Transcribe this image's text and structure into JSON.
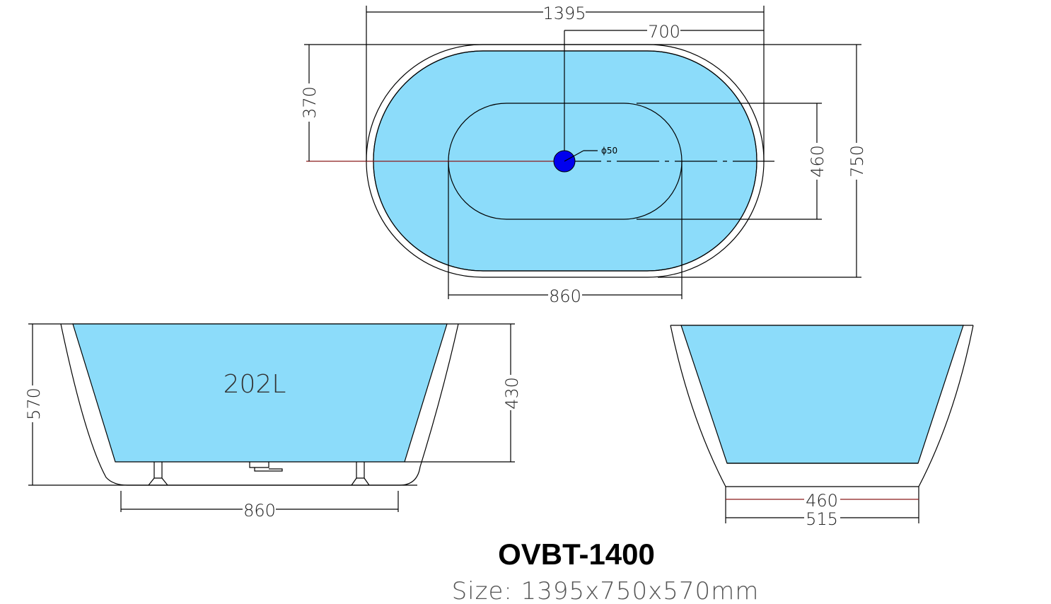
{
  "top_view": {
    "dim_length": "1395",
    "dim_drain_offset": "700",
    "dim_half_width": "370",
    "dim_inner_width": "460",
    "dim_width": "750",
    "dim_inner_length": "860",
    "drain_label": "ϕ50"
  },
  "side_view": {
    "capacity": "202L",
    "dim_height": "570",
    "dim_depth": "430",
    "dim_base_length": "860"
  },
  "end_view": {
    "dim_inner_base": "460",
    "dim_base": "515"
  },
  "model": "OVBT-1400",
  "size": "Size: 1395x750x570mm",
  "colors": {
    "water": "#8cdcfa",
    "drain": "#0000ee"
  }
}
